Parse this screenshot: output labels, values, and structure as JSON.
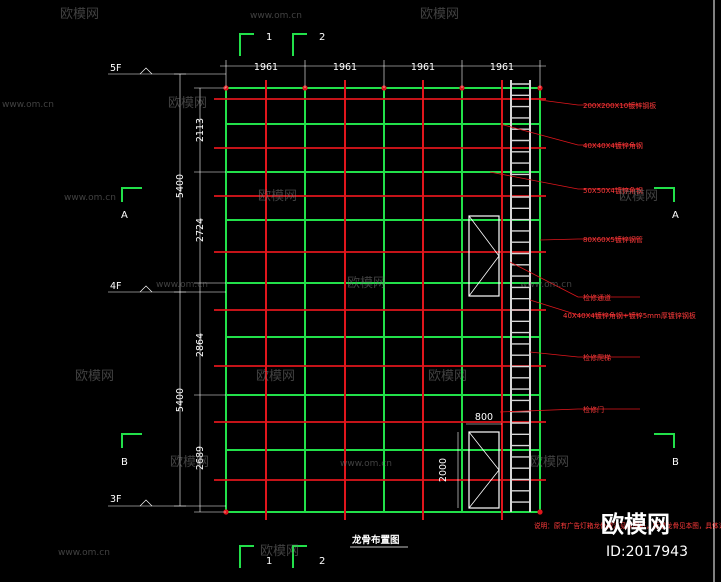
{
  "drawing": {
    "title": "龙骨布置图",
    "note": "说明：原有广告灯箱龙骨做法见原图纸，新增龙骨见本图，具体详见龙骨布置详图，施工时现场复核尺寸。",
    "column_dimensions": [
      "1961",
      "1961",
      "1961",
      "1961"
    ],
    "left_dimensions": [
      "2113",
      "2724",
      "2864",
      "2689"
    ],
    "floor_heights": [
      "5400",
      "5400"
    ],
    "floors": [
      "5F",
      "4F",
      "3F"
    ],
    "axis_top": [
      "1",
      "2"
    ],
    "axis_bottom": [
      "1",
      "2"
    ],
    "section_left": [
      "A",
      "B"
    ],
    "section_right": [
      "A",
      "B"
    ],
    "opening_width": "800",
    "opening_height": "2000",
    "callouts": [
      "200X200X10镀锌钢板",
      "40X40X4镀锌角钢",
      "50X50X4镀锌角钢",
      "80X60X5镀锌钢管",
      "检修通道",
      "40X40X4镀锌角钢+镀锌5mm厚镀锌钢板",
      "检修爬梯",
      "检修门"
    ]
  },
  "watermark": {
    "brand": "欧模网",
    "site": "www.om.cn",
    "big_brand": "欧模网",
    "id": "ID:2017943"
  },
  "colors": {
    "background": "#000000",
    "frame_green": "#22e04a",
    "member_red": "#e0161c",
    "text_white": "#ffffff",
    "ladder_white": "#d8d8d8"
  }
}
